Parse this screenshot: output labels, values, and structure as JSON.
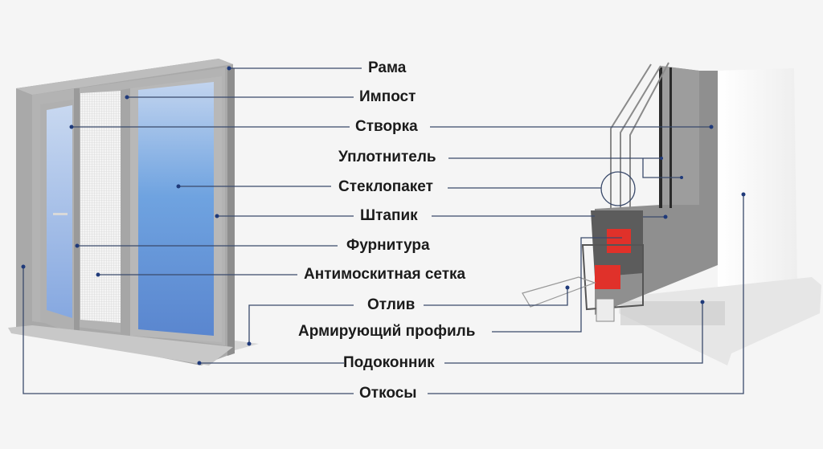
{
  "diagram": {
    "title_language": "ru",
    "colors": {
      "leader_line": "#3a4a6b",
      "leader_dot": "#1f3a7a",
      "frame_gray": "#a3a3a3",
      "glass_blue": "#5b8fd6",
      "reinforcement_red": "#e0312a",
      "background": "#f5f5f5"
    },
    "labels": [
      {
        "id": "frame",
        "text": "Рама"
      },
      {
        "id": "mullion",
        "text": "Импост"
      },
      {
        "id": "sash",
        "text": "Створка"
      },
      {
        "id": "seal",
        "text": "Уплотнитель"
      },
      {
        "id": "glass-unit",
        "text": "Стеклопакет"
      },
      {
        "id": "glazing-bead",
        "text": "Штапик"
      },
      {
        "id": "hardware",
        "text": "Фурнитура"
      },
      {
        "id": "mosquito-net",
        "text": "Антимоскитная сетка"
      },
      {
        "id": "drip-sill",
        "text": "Отлив"
      },
      {
        "id": "reinforcing-profile",
        "text": "Армирующий профиль"
      },
      {
        "id": "window-sill",
        "text": "Подоконник"
      },
      {
        "id": "slopes",
        "text": "Откосы"
      }
    ]
  }
}
